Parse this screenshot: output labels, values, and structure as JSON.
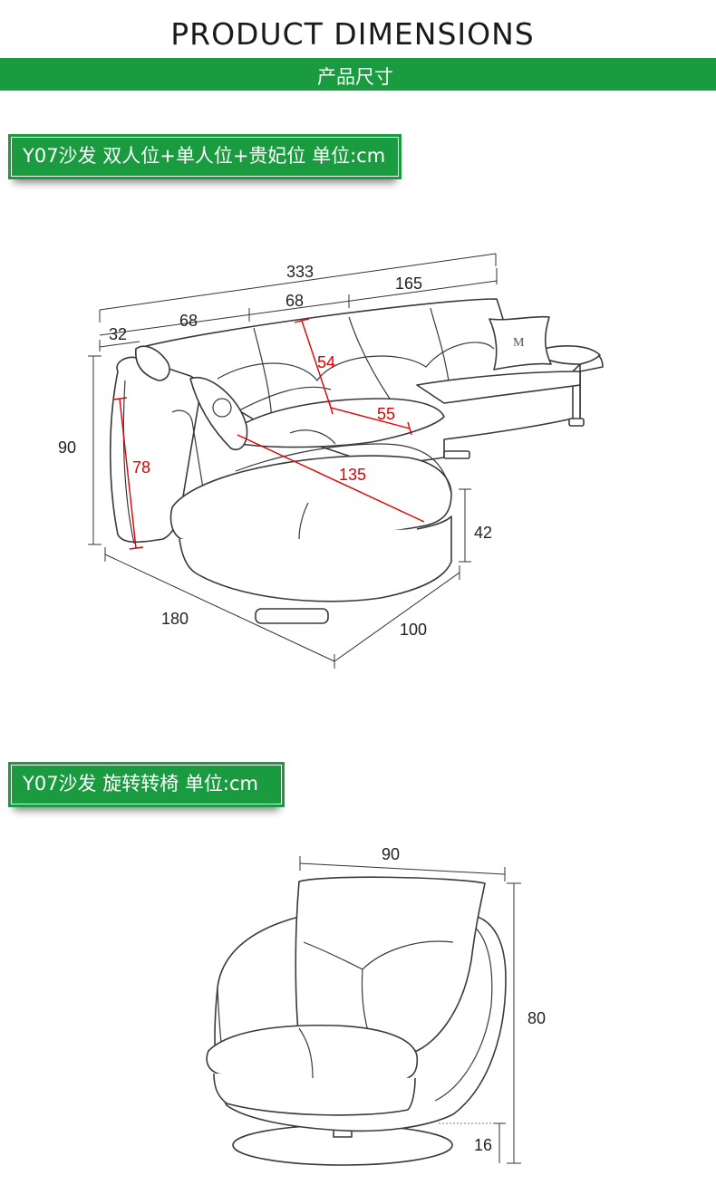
{
  "header": {
    "title": "PRODUCT DIMENSIONS",
    "subtitle": "产品尺寸"
  },
  "section1": {
    "label": "Y07沙发 双人位+单人位+贵妃位 单位:cm",
    "dims": {
      "total_width": "333",
      "right_section": "165",
      "seat_middle": "68",
      "seat_left": "68",
      "arm": "32",
      "height": "90",
      "seat_height": "42",
      "depth": "180",
      "chaise_width": "100",
      "back_height": "78",
      "back_depth": "54",
      "seat_depth": "55",
      "chaise_length": "135"
    }
  },
  "section2": {
    "label": "Y07沙发 旋转转椅 单位:cm",
    "dims": {
      "width": "90",
      "height": "80",
      "base_height": "16"
    }
  },
  "colors": {
    "brand_green": "#1a9b3f",
    "annotation_red": "#e00000"
  }
}
